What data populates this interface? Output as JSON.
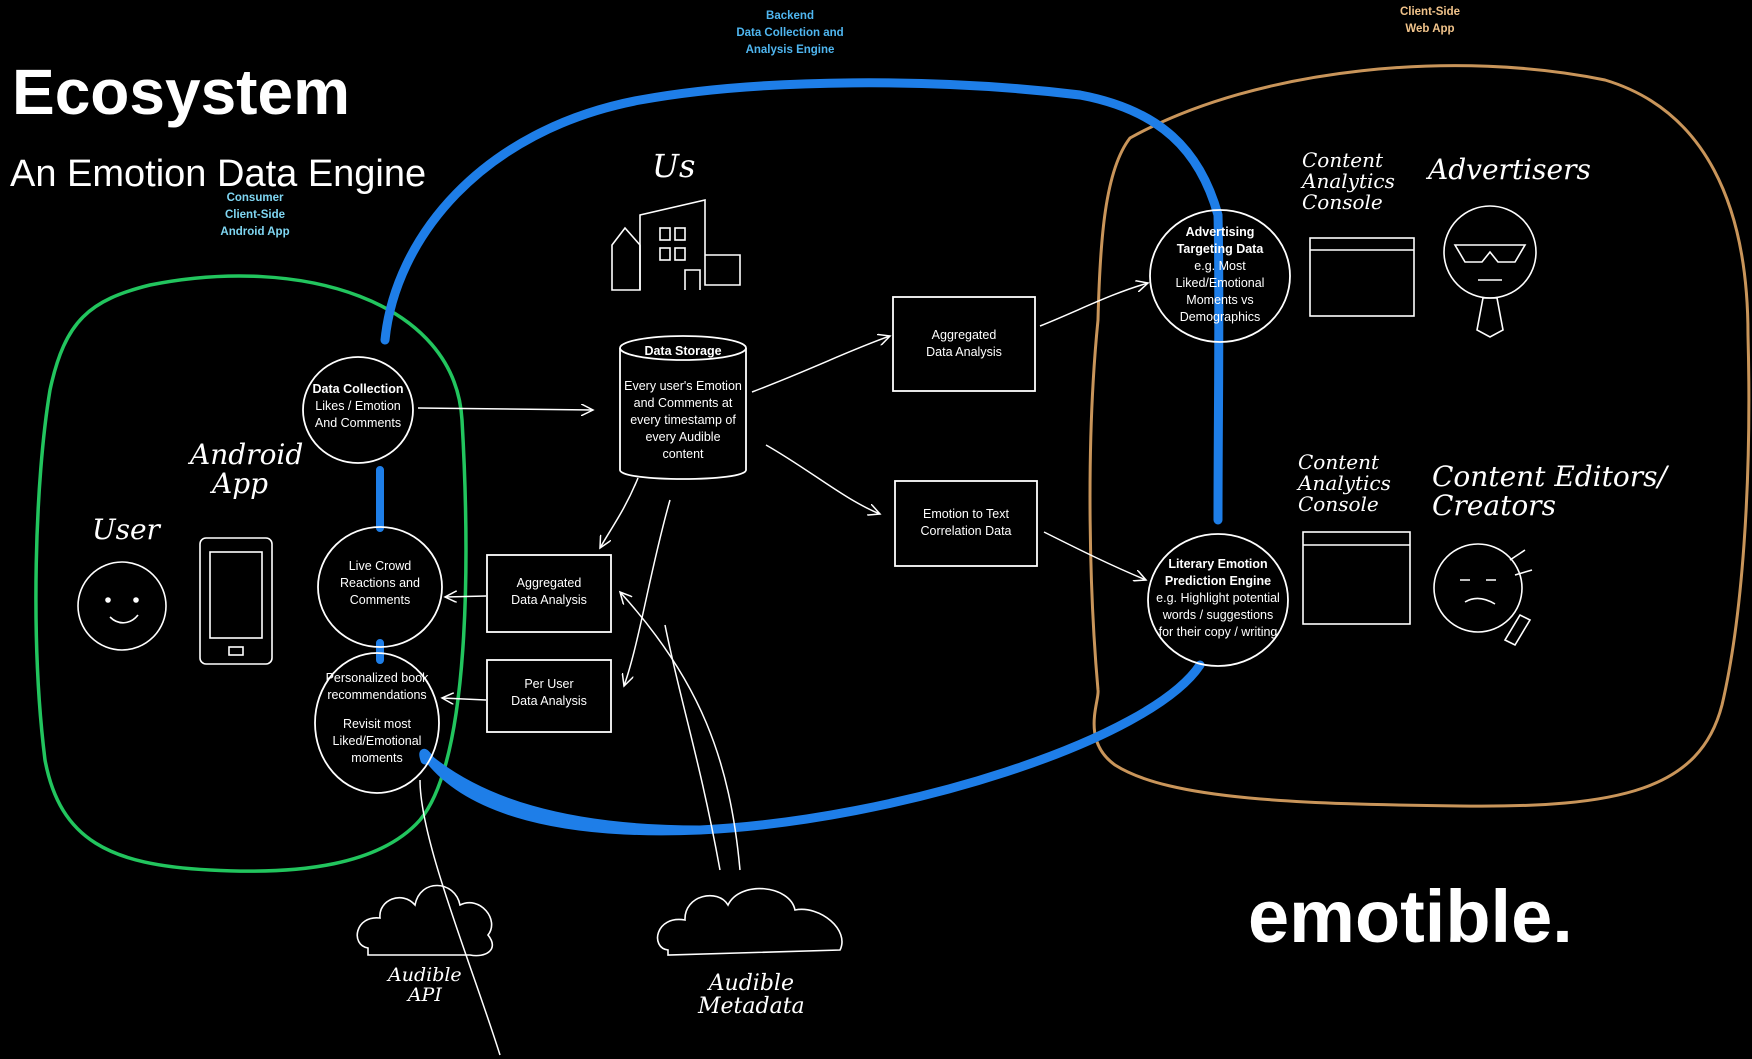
{
  "title": "Ecosystem",
  "subtitle": "An Emotion Data Engine",
  "brand": "emotible.",
  "regions": {
    "backend": {
      "lines": [
        "Backend",
        "Data Collection and",
        "Analysis Engine"
      ],
      "color": "#1e7ee8"
    },
    "web": {
      "lines": [
        "Client-Side",
        "Web App"
      ],
      "color": "#c9955a"
    },
    "android": {
      "lines": [
        "Consumer",
        "Client-Side",
        "Android App"
      ],
      "color": "#22c55e"
    }
  },
  "nodes": {
    "data_collection": {
      "heading": "Data Collection",
      "lines": [
        "Likes / Emotion",
        "And Comments"
      ]
    },
    "data_storage": {
      "heading": "Data Storage",
      "lines": [
        "Every user's Emotion",
        "and Comments at",
        "every timestamp of",
        "every Audible",
        "content"
      ]
    },
    "agg_top": {
      "lines": [
        "Aggregated",
        "Data Analysis"
      ]
    },
    "emotion_text": {
      "lines": [
        "Emotion to Text",
        "Correlation Data"
      ]
    },
    "agg_left": {
      "lines": [
        "Aggregated",
        "Data Analysis"
      ]
    },
    "per_user": {
      "lines": [
        "Per User",
        "Data Analysis"
      ]
    },
    "live_crowd": {
      "lines": [
        "Live Crowd",
        "Reactions and",
        "Comments"
      ]
    },
    "personalized": {
      "lines": [
        "Personalized book",
        "recommendations",
        "",
        "Revisit most",
        "Liked/Emotional",
        "moments"
      ]
    },
    "ad_targeting": {
      "heading_lines": [
        "Advertising",
        "Targeting Data"
      ],
      "lines": [
        "e.g. Most",
        "Liked/Emotional",
        "Moments vs",
        "Demographics"
      ]
    },
    "literary": {
      "heading_lines": [
        "Literary Emotion",
        "Prediction Engine"
      ],
      "lines": [
        "e.g. Highlight potential",
        "words / suggestions",
        "for their copy / writing"
      ]
    }
  },
  "hand": {
    "us": "Us",
    "android_app": [
      "Android",
      "App"
    ],
    "user": "User",
    "content_console_top": [
      "Content",
      "Analytics",
      "Console"
    ],
    "advertisers": "Advertisers",
    "content_console_bottom": [
      "Content",
      "Analytics",
      "Console"
    ],
    "content_editors": [
      "Content Editors/",
      "Creators"
    ],
    "audible_api": [
      "Audible",
      "API"
    ],
    "audible_metadata": [
      "Audible",
      "Metadata"
    ]
  }
}
